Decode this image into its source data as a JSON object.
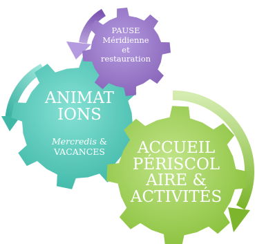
{
  "colors": {
    "purple": "#9b7bc4",
    "teal": "#63cfc0",
    "green": "#a6d455"
  },
  "gears": {
    "pause": {
      "line1": "PAUSE",
      "line2": "Méridienne",
      "line3": "et",
      "line4": "restauration"
    },
    "animations": {
      "title_line1": "ANIMAT",
      "title_line2": "IONS",
      "sub_italic": "Mercredis",
      "sub_amp": " &",
      "sub_line2": "VACANCES"
    },
    "accueil": {
      "line1": "ACCUEIL",
      "line2": "PÉRISCOL",
      "line3": "AIRE &",
      "line4": "ACTIVITÉS"
    }
  }
}
